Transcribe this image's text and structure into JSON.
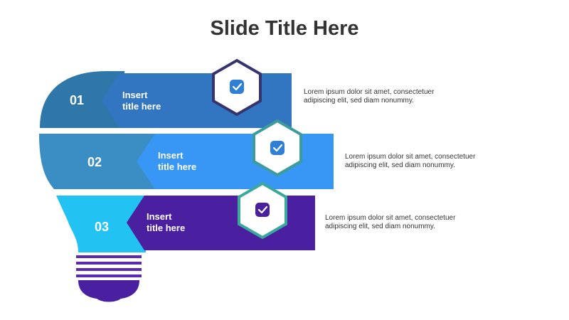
{
  "slide": {
    "title": "Slide Title Here"
  },
  "steps": [
    {
      "number": "01",
      "title_line1": "Insert",
      "title_line2": "title here",
      "description_line1": "Lorem ipsum dolor sit amet, consectetuer",
      "description_line2": "adipiscing elit, sed diam nonummy.",
      "color": "#3276c2",
      "bulb_color": "#2e77a8",
      "ring_color": "#36346e"
    },
    {
      "number": "02",
      "title_line1": "Insert",
      "title_line2": "title here",
      "description_line1": "Lorem ipsum dolor sit amet, consectetuer",
      "description_line2": "adipiscing elit, sed diam nonummy.",
      "color": "#3896f5",
      "bulb_color": "#3b8ec4",
      "ring_color": "#3d9c9a"
    },
    {
      "number": "03",
      "title_line1": "Insert",
      "title_line2": "title here",
      "description_line1": "Lorem ipsum dolor sit amet, consectetuer",
      "description_line2": "adipiscing elit, sed diam nonummy.",
      "color": "#4a1fa0",
      "bulb_color": "#22c3f2",
      "ring_color": "#3aa89c"
    }
  ],
  "icons": {
    "check": "checkmark-icon",
    "bulb": "lightbulb-icon"
  },
  "colors": {
    "bulb_base": "#5b2ab0",
    "check_blue": "#2f7fd6",
    "check_purple": "#4a1fa0"
  }
}
